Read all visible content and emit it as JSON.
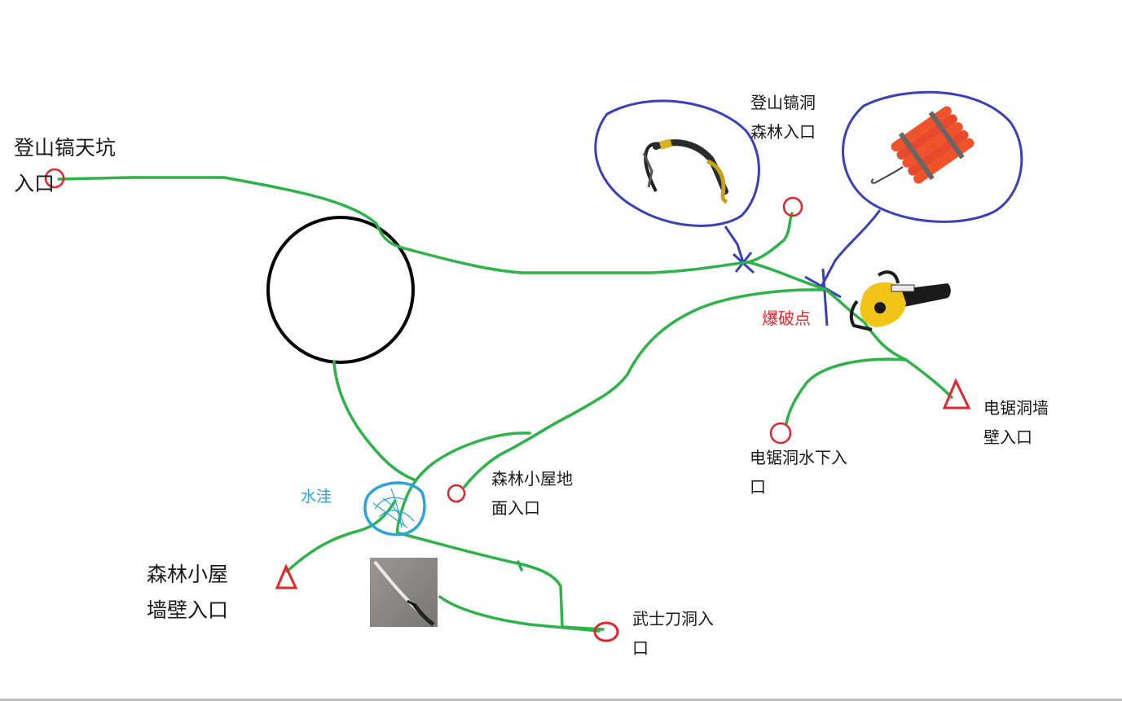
{
  "labels": {
    "pickaxe_pit_entrance": [
      "登山镐天坑",
      "入口"
    ],
    "pickaxe_cave_forest_entrance": [
      "登山镐洞",
      "森林入口"
    ],
    "blast_point": "爆破点",
    "chainsaw_cave_wall_entrance": [
      "电锯洞墙",
      "壁入口"
    ],
    "chainsaw_cave_underwater_entrance": [
      "电锯洞水下入",
      "口"
    ],
    "forest_cabin_ground_entrance": [
      "森林小屋地",
      "面入口"
    ],
    "puddle": "水洼",
    "forest_cabin_wall_entrance": [
      "森林小屋",
      "墙壁入口"
    ],
    "katana_cave_entrance": [
      "武士刀洞入",
      "口"
    ]
  },
  "icons": {
    "pickaxe": "ice-pickaxe-icon",
    "dynamite": "dynamite-bundle-icon",
    "chainsaw": "chainsaw-icon",
    "katana": "katana-icon"
  },
  "legend_symbols": {
    "circle": "entrance-circle-marker",
    "triangle": "entrance-triangle-marker",
    "cross": "blast-cross-marker"
  },
  "colors": {
    "path": "#2eb34a",
    "marker": "#e3262b",
    "item_outline": "#3a40b8",
    "sinkhole": "#000000",
    "puddle": "#29a3dc",
    "blast_text": "#e8242b"
  }
}
